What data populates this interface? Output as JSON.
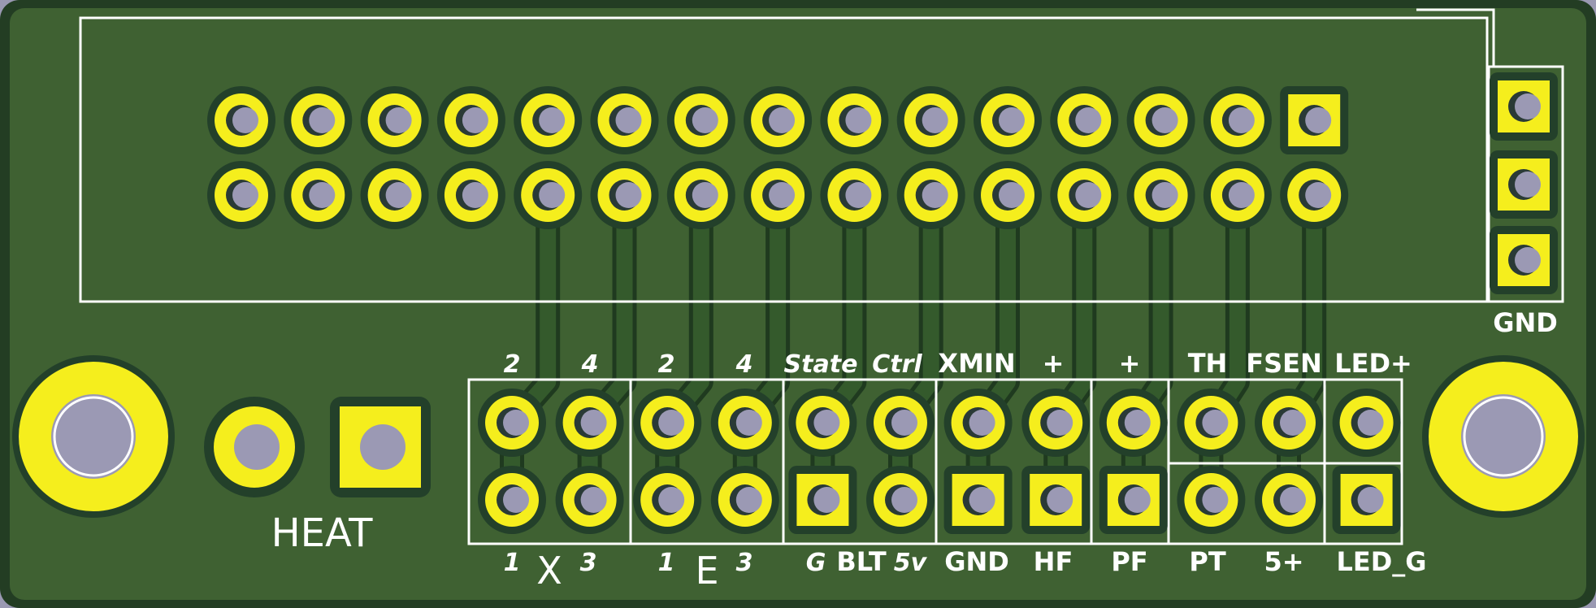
{
  "colors": {
    "background": "#9a99b2",
    "board": "#3f6132",
    "board_edge": "#233d23",
    "copper_pad": "#f5ee1d",
    "drill": "#9b99b4",
    "trace": "#345a2c",
    "trace_outline": "#1f3a1f",
    "silkscreen": "#ffffff"
  },
  "labels": {
    "heat": "HEAT",
    "gnd_right": "GND",
    "top": [
      "2",
      "4",
      "2",
      "4",
      "State",
      "Ctrl",
      "XMIN",
      "+",
      "+",
      "TH",
      "FSEN",
      "LED+"
    ],
    "bottom": [
      "1",
      "X",
      "3",
      "1",
      "E",
      "3",
      "G",
      "BLT",
      "5v",
      "GND",
      "HF",
      "PF",
      "PT",
      "5+",
      "LED_G"
    ]
  }
}
